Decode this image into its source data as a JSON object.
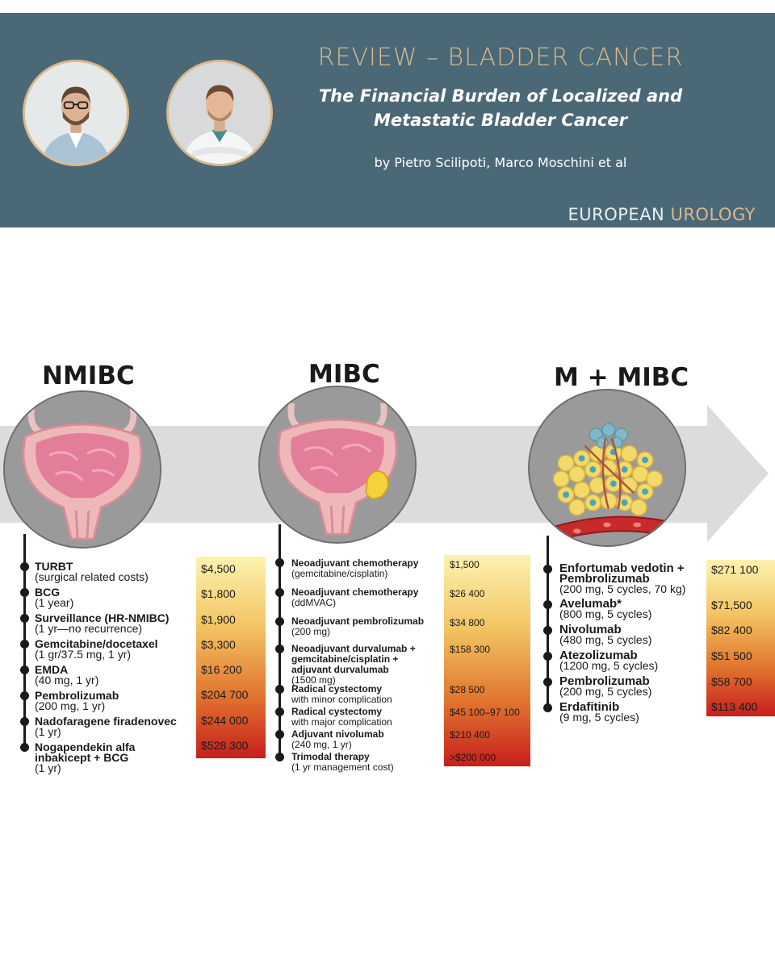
{
  "header": {
    "title": "REVIEW – BLADDER CANCER",
    "subtitle_line1": "The Financial Burden of Localized and",
    "subtitle_line2": "Metastatic Bladder Cancer",
    "authors": "by Pietro Scilipoti,  Marco Moschini et al",
    "journal_part1": "EUROPEAN",
    "journal_part2": "UROLOGY",
    "bg_color": "#4b6877",
    "accent_color": "#d8b98c"
  },
  "stages": [
    {
      "title": "NMIBC",
      "treatments": [
        {
          "name": "TURBT",
          "detail": "(surgical related costs)",
          "cost": "$4,500"
        },
        {
          "name": "BCG",
          "detail": "(1 year)",
          "cost": "$1,800"
        },
        {
          "name": "Surveillance (HR-NMIBC)",
          "detail": "(1 yr—no recurrence)",
          "cost": "$1,900"
        },
        {
          "name": "Gemcitabine/docetaxel",
          "detail": "(1 gr/37.5 mg, 1 yr)",
          "cost": "$3,300"
        },
        {
          "name": "EMDA",
          "detail": "(40 mg, 1 yr)",
          "cost": "$16 200"
        },
        {
          "name": "Pembrolizumab",
          "detail": "(200 mg, 1 yr)",
          "cost": "$204 700"
        },
        {
          "name": "Nadofaragene firadenovec",
          "detail": "(1 yr)",
          "cost": "$244 000"
        },
        {
          "name": "Nogapendekin alfa",
          "name2": "inbakicept + BCG",
          "detail": "(1 yr)",
          "cost": "$528 300"
        }
      ]
    },
    {
      "title": "MIBC",
      "treatments": [
        {
          "name": "Neoadjuvant chemotherapy",
          "detail": "(gemcitabine/cisplatin)",
          "cost": "$1,500"
        },
        {
          "name": "Neoadjuvant chemotherapy",
          "detail": "(ddMVAC)",
          "cost": "$26 400"
        },
        {
          "name": "Neoadjuvant pembrolizumab",
          "detail": "(200 mg)",
          "cost": "$34 800"
        },
        {
          "name": "Neoadjuvant durvalumab +",
          "name2": "gemcitabine/cisplatin +",
          "name3": "adjuvant durvalumab",
          "detail": "(1500 mg)",
          "cost": "$158 300"
        },
        {
          "name": "Radical cystectomy",
          "detail": "with minor complication",
          "cost": "$28 500"
        },
        {
          "name": "Radical cystectomy",
          "detail": "with major complication",
          "cost": "$45 100–97 100"
        },
        {
          "name": "Adjuvant nivolumab",
          "detail": "(240 mg, 1 yr)",
          "cost": "$210 400"
        },
        {
          "name": "Trimodal therapy",
          "detail": "(1 yr management cost)",
          "cost": ">$200 000"
        }
      ]
    },
    {
      "title": "M + MIBC",
      "treatments": [
        {
          "name": "Enfortumab vedotin +",
          "name2": "Pembrolizumab",
          "detail": "(200 mg, 5 cycles, 70 kg)",
          "cost": "$271 100"
        },
        {
          "name": "Avelumab*",
          "detail": "(800 mg, 5 cycles)",
          "cost": "$71,500"
        },
        {
          "name": "Nivolumab",
          "detail": "(480 mg, 5 cycles)",
          "cost": "$82 400"
        },
        {
          "name": "Atezolizumab",
          "detail": "(1200 mg, 5 cycles)",
          "cost": "$51 500"
        },
        {
          "name": "Pembrolizumab",
          "detail": "(200 mg, 5 cycles)",
          "cost": "$58 700"
        },
        {
          "name": "Erdafitinib",
          "detail": "(9 mg, 5 cycles)",
          "cost": "$113 400"
        }
      ]
    }
  ],
  "cost_gradient_colors": [
    "#fdf2b0",
    "#f2c462",
    "#e0722d",
    "#c81e1e"
  ]
}
